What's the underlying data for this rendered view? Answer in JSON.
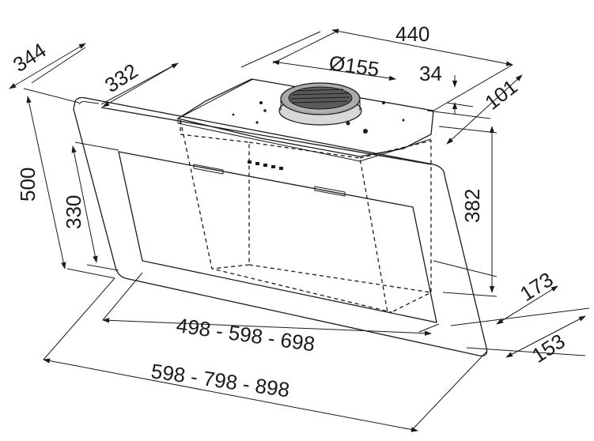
{
  "dimensions": {
    "width_top": "440",
    "duct_diameter": "Ø155",
    "duct_offset": "34",
    "duct_depth": "101",
    "depth_outer": "344",
    "depth_inner": "332",
    "height_total": "500",
    "height_glass": "330",
    "height_side": "382",
    "depth_bottom_upper": "173",
    "depth_bottom_lower": "153",
    "width_inner": "498 - 598 - 698",
    "width_outer": "598 - 798 - 898"
  }
}
